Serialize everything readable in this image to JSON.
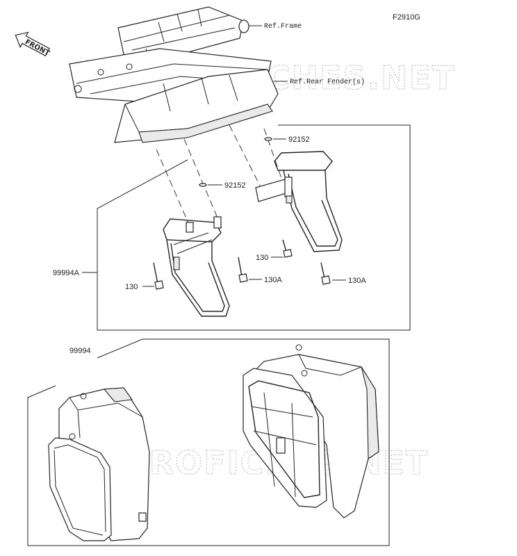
{
  "diagram_code": "F2910G",
  "front_label": "FRONT",
  "refs": {
    "frame": "Ref.Frame",
    "rear_fender": "Ref.Rear Fender(s)"
  },
  "parts": {
    "washer_right": "92152",
    "washer_left": "92152",
    "bracket_kit": "99994A",
    "bolt_130_right": "130",
    "bolt_130_left": "130",
    "bolt_130a_center": "130A",
    "bolt_130a_right": "130A",
    "saddlebag_kit": "99994"
  },
  "watermark": "MICROFICHES.NET"
}
